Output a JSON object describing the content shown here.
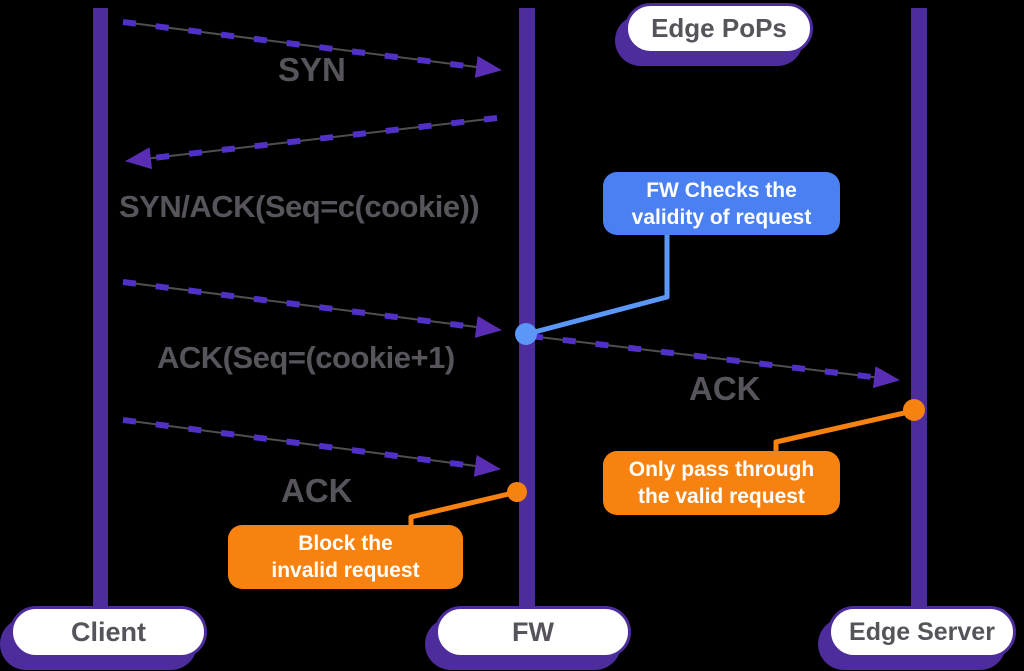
{
  "colors": {
    "background": "#000000",
    "lifeline_purple": "#4d2c9c",
    "dash_purple": "#5130c8",
    "arrowhead_purple": "#5a2eb4",
    "line_gray": "#4f4f4f",
    "label_gray": "#57545c",
    "callout_blue": "#4a80f2",
    "connector_blue": "#5b97f7",
    "callout_orange": "#f8820f",
    "node_pill_bg": "#ffffff"
  },
  "nodes": {
    "edge_pops": {
      "label": "Edge PoPs"
    },
    "client": {
      "label": "Client"
    },
    "fw": {
      "label": "FW"
    },
    "edge_server": {
      "label": "Edge Server"
    }
  },
  "messages": [
    {
      "label": "SYN",
      "from": "Client",
      "to": "FW"
    },
    {
      "label": "SYN/ACK(Seq=c(cookie))",
      "from": "FW",
      "to": "Client"
    },
    {
      "label": "ACK(Seq=(cookie+1)",
      "from": "Client",
      "to": "FW"
    },
    {
      "label": "ACK",
      "from": "FW",
      "to": "Edge Server"
    },
    {
      "label": "ACK",
      "from": "Client",
      "to": "FW"
    }
  ],
  "callouts": [
    {
      "line1": "FW Checks the",
      "line2": "validity of request",
      "color": "blue",
      "attached_to": "FW"
    },
    {
      "line1": "Only pass through",
      "line2": "the valid request",
      "color": "orange",
      "attached_to": "Edge Server"
    },
    {
      "line1": "Block the",
      "line2": "invalid request",
      "color": "orange",
      "attached_to": "FW"
    }
  ]
}
